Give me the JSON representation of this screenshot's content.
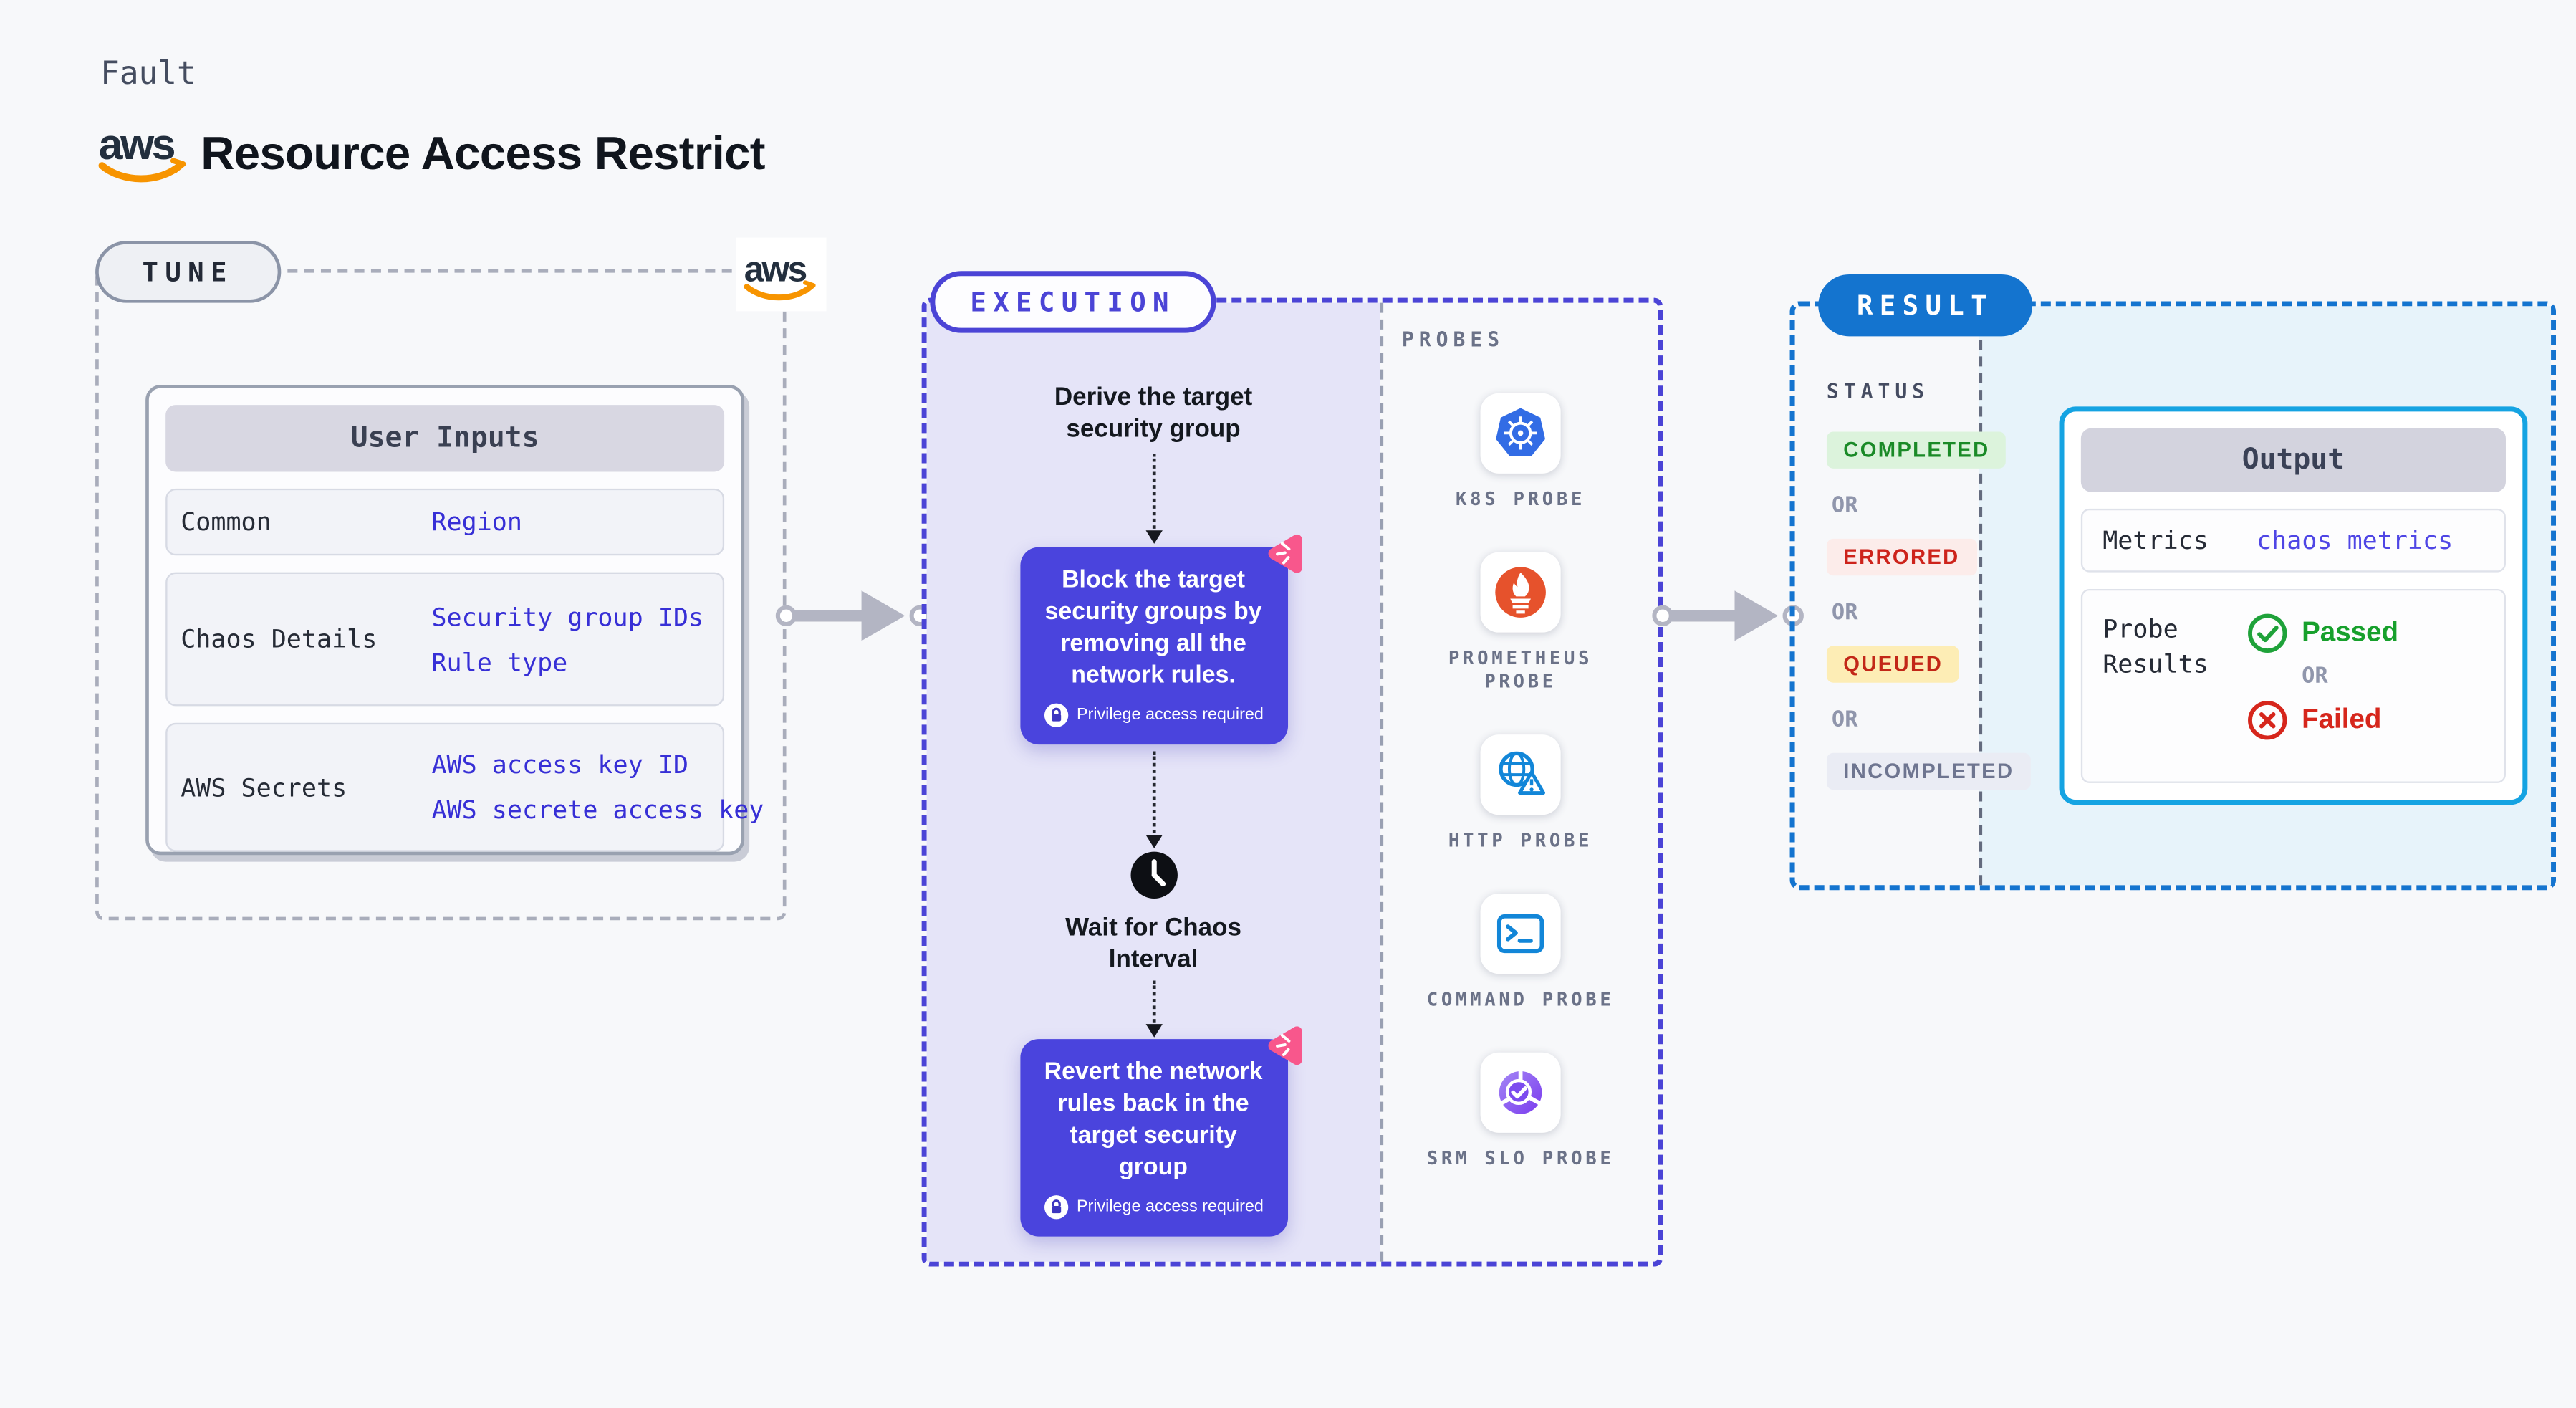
{
  "brand": {
    "aws_text": "aws"
  },
  "header": {
    "fault_label": "Fault",
    "title": "Resource Access Restrict"
  },
  "tune": {
    "pill_label": "TUNE",
    "table": {
      "header": "User Inputs",
      "rows": [
        {
          "label": "Common",
          "values": [
            "Region"
          ]
        },
        {
          "label": "Chaos Details",
          "values": [
            "Security group IDs",
            "Rule type"
          ]
        },
        {
          "label": "AWS Secrets",
          "values": [
            "AWS access key ID",
            "AWS secrete access key"
          ]
        }
      ]
    }
  },
  "execution": {
    "pill_label": "EXECUTION",
    "flow": {
      "step_derive": "Derive the target security group",
      "step_block": "Block the target security groups by removing all the network rules.",
      "privilege_note": "Privilege access required",
      "step_wait": "Wait for Chaos Interval",
      "step_revert": "Revert the network rules back in the target security group"
    },
    "probes": {
      "label": "PROBES",
      "items": [
        {
          "label": "K8S PROBE",
          "icon": "kubernetes-icon"
        },
        {
          "label": "PROMETHEUS PROBE",
          "icon": "prometheus-icon"
        },
        {
          "label": "HTTP PROBE",
          "icon": "http-globe-warning-icon"
        },
        {
          "label": "COMMAND PROBE",
          "icon": "terminal-icon"
        },
        {
          "label": "SRM SLO PROBE",
          "icon": "srm-slo-donut-check-icon"
        }
      ]
    }
  },
  "result": {
    "pill_label": "RESULT",
    "status": {
      "label": "STATUS",
      "or_label": "OR",
      "badges": [
        {
          "label": "COMPLETED",
          "kind": "completed"
        },
        {
          "label": "ERRORED",
          "kind": "errored"
        },
        {
          "label": "QUEUED",
          "kind": "queued"
        },
        {
          "label": "INCOMPLETED",
          "kind": "incompleted"
        }
      ]
    },
    "output": {
      "header": "Output",
      "metrics_label": "Metrics",
      "metrics_value": "chaos metrics",
      "probe_results_label": "Probe Results",
      "passed_label": "Passed",
      "or_label": "OR",
      "failed_label": "Failed"
    }
  },
  "colors": {
    "page_bg": "#f7f8fa",
    "indigo_accent": "#4a44dd",
    "lavender_panel": "#e5e4f8",
    "result_blue": "#1474cf",
    "output_border_cyan": "#15a3e2",
    "cyan_panel": "#e7f3fa",
    "value_blue": "#372fd6",
    "passed_green": "#17a02c",
    "failed_red": "#d6261c",
    "pink_mark": "#f8578c",
    "aws_orange": "#f79400",
    "arrow_gray": "#b3b5c3"
  }
}
